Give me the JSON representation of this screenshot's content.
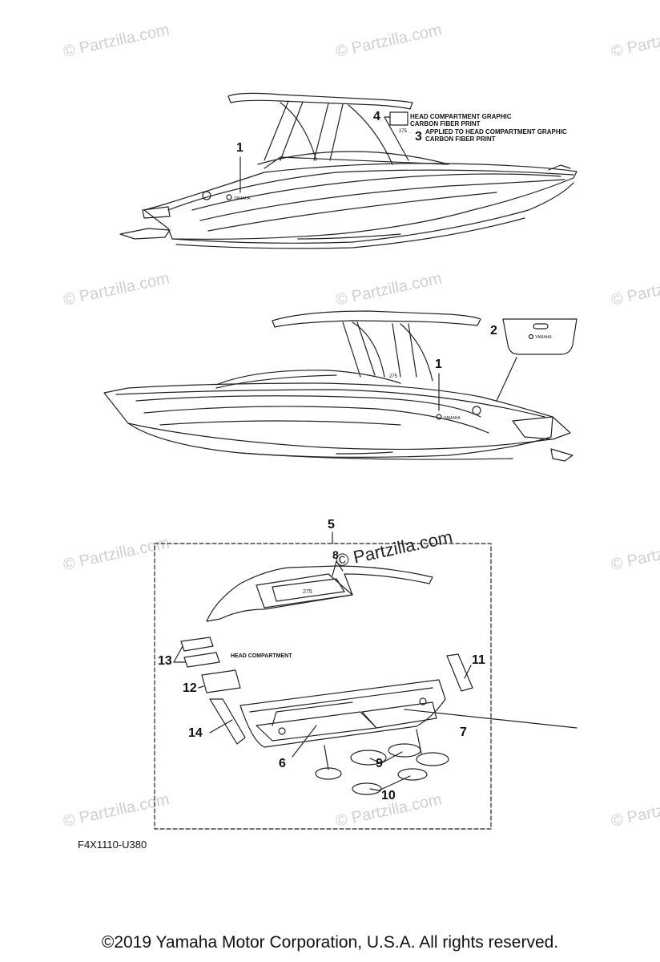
{
  "watermark": "© Partzilla.com",
  "watermark_overlay": "© Partzilla.com",
  "callouts": {
    "c1_top": "1",
    "c1_mid": "1",
    "c2": "2",
    "c3": "3",
    "c4": "4",
    "c5": "5",
    "c6": "6",
    "c7": "7",
    "c8": "8",
    "c9": "9",
    "c10": "10",
    "c11": "11",
    "c12": "12",
    "c13": "13",
    "c14": "14"
  },
  "labels": {
    "head_graphic_line1": "HEAD COMPARTMENT GRAPHIC",
    "head_graphic_line2": "CARBON FIBER PRINT",
    "applied_line1": "APPLIED TO HEAD COMPARTMENT GRAPHIC",
    "applied_line2": "CARBON FIBER PRINT",
    "model_275": "275",
    "head_compartment": "HEAD COMPARTMENT",
    "brand": "YAMAHA"
  },
  "diagram_code": "F4X1110-U380",
  "copyright": "©2019  Yamaha Motor Corporation, U.S.A. All rights reserved."
}
